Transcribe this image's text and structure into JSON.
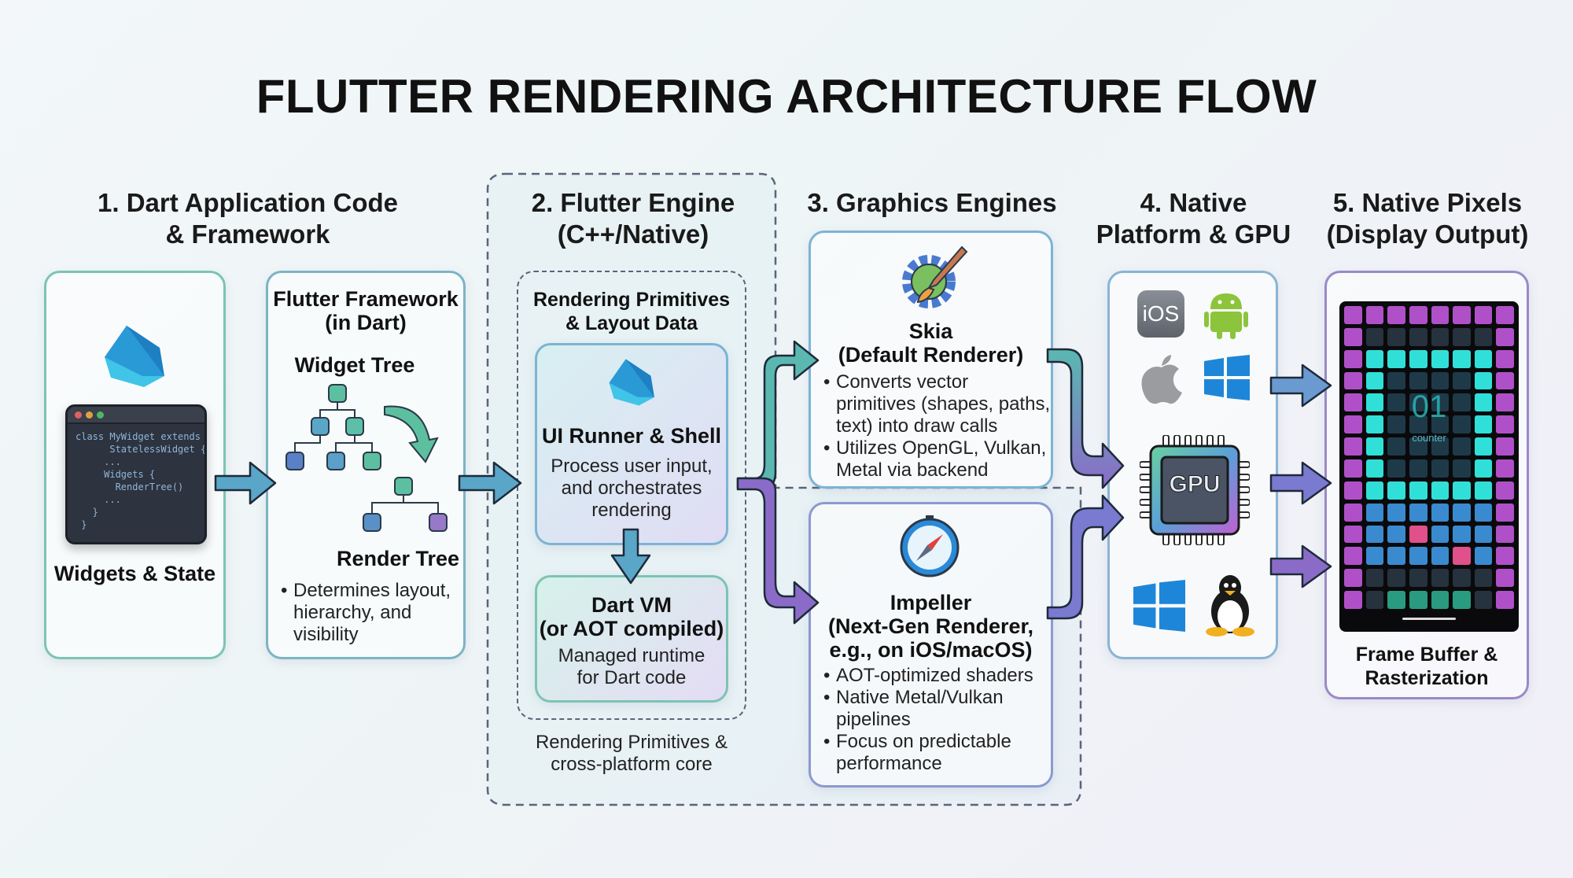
{
  "title": "FLUTTER RENDERING ARCHITECTURE FLOW",
  "columns": [
    {
      "heading": "1. Dart Application Code\n& Framework"
    },
    {
      "heading": "2. Flutter Engine\n(C++/Native)"
    },
    {
      "heading": "3. Graphics Engines"
    },
    {
      "heading": "4. Native\nPlatform & GPU"
    },
    {
      "heading": "5. Native Pixels\n(Display Output)"
    }
  ],
  "app_box": {
    "code_lines": "class MyWidget extends\n      StatelessWidget {\n     ...\n     Widgets {\n       RenderTree()\n     ...\n   }\n }",
    "caption": "Widgets & State"
  },
  "framework_box": {
    "title": "Flutter Framework\n(in Dart)",
    "widget_tree": "Widget Tree",
    "render_tree": "Render Tree",
    "bullets": [
      "Determines layout, hierarchy, and visibility"
    ]
  },
  "engine": {
    "inner_title": "Rendering Primitives\n& Layout Data",
    "ui_runner": {
      "title": "UI Runner & Shell",
      "text": "Process user input, and orchestrates rendering"
    },
    "dart_vm": {
      "title": "Dart VM\n(or AOT compiled)",
      "text": "Managed runtime for Dart code"
    },
    "footer": "Rendering Primitives &\ncross-platform core"
  },
  "skia": {
    "title": "Skia\n(Default Renderer)",
    "bullets": [
      "Converts vector primitives (shapes, paths, text) into draw calls",
      "Utilizes OpenGL, Vulkan, Metal via backend"
    ]
  },
  "impeller": {
    "title": "Impeller\n(Next-Gen Renderer,\ne.g., on iOS/macOS)",
    "bullets": [
      "AOT-optimized shaders",
      "Native Metal/Vulkan pipelines",
      "Focus on predictable performance"
    ]
  },
  "platform": {
    "ios_label": "iOS",
    "gpu_label": "GPU",
    "icons": [
      "ios-icon",
      "android-icon",
      "apple-icon",
      "windows-icon",
      "gpu-chip-icon",
      "windows-icon",
      "linux-tux-icon"
    ]
  },
  "pixels": {
    "screen_number": "01",
    "screen_label": "counter",
    "caption": "Frame Buffer &\nRasterization"
  },
  "colors": {
    "teal": "#5fb8a8",
    "blue": "#5a9fc8",
    "purple": "#8a6cc8",
    "border_green": "#7cc4b4",
    "border_purple": "#9a8ac8"
  }
}
